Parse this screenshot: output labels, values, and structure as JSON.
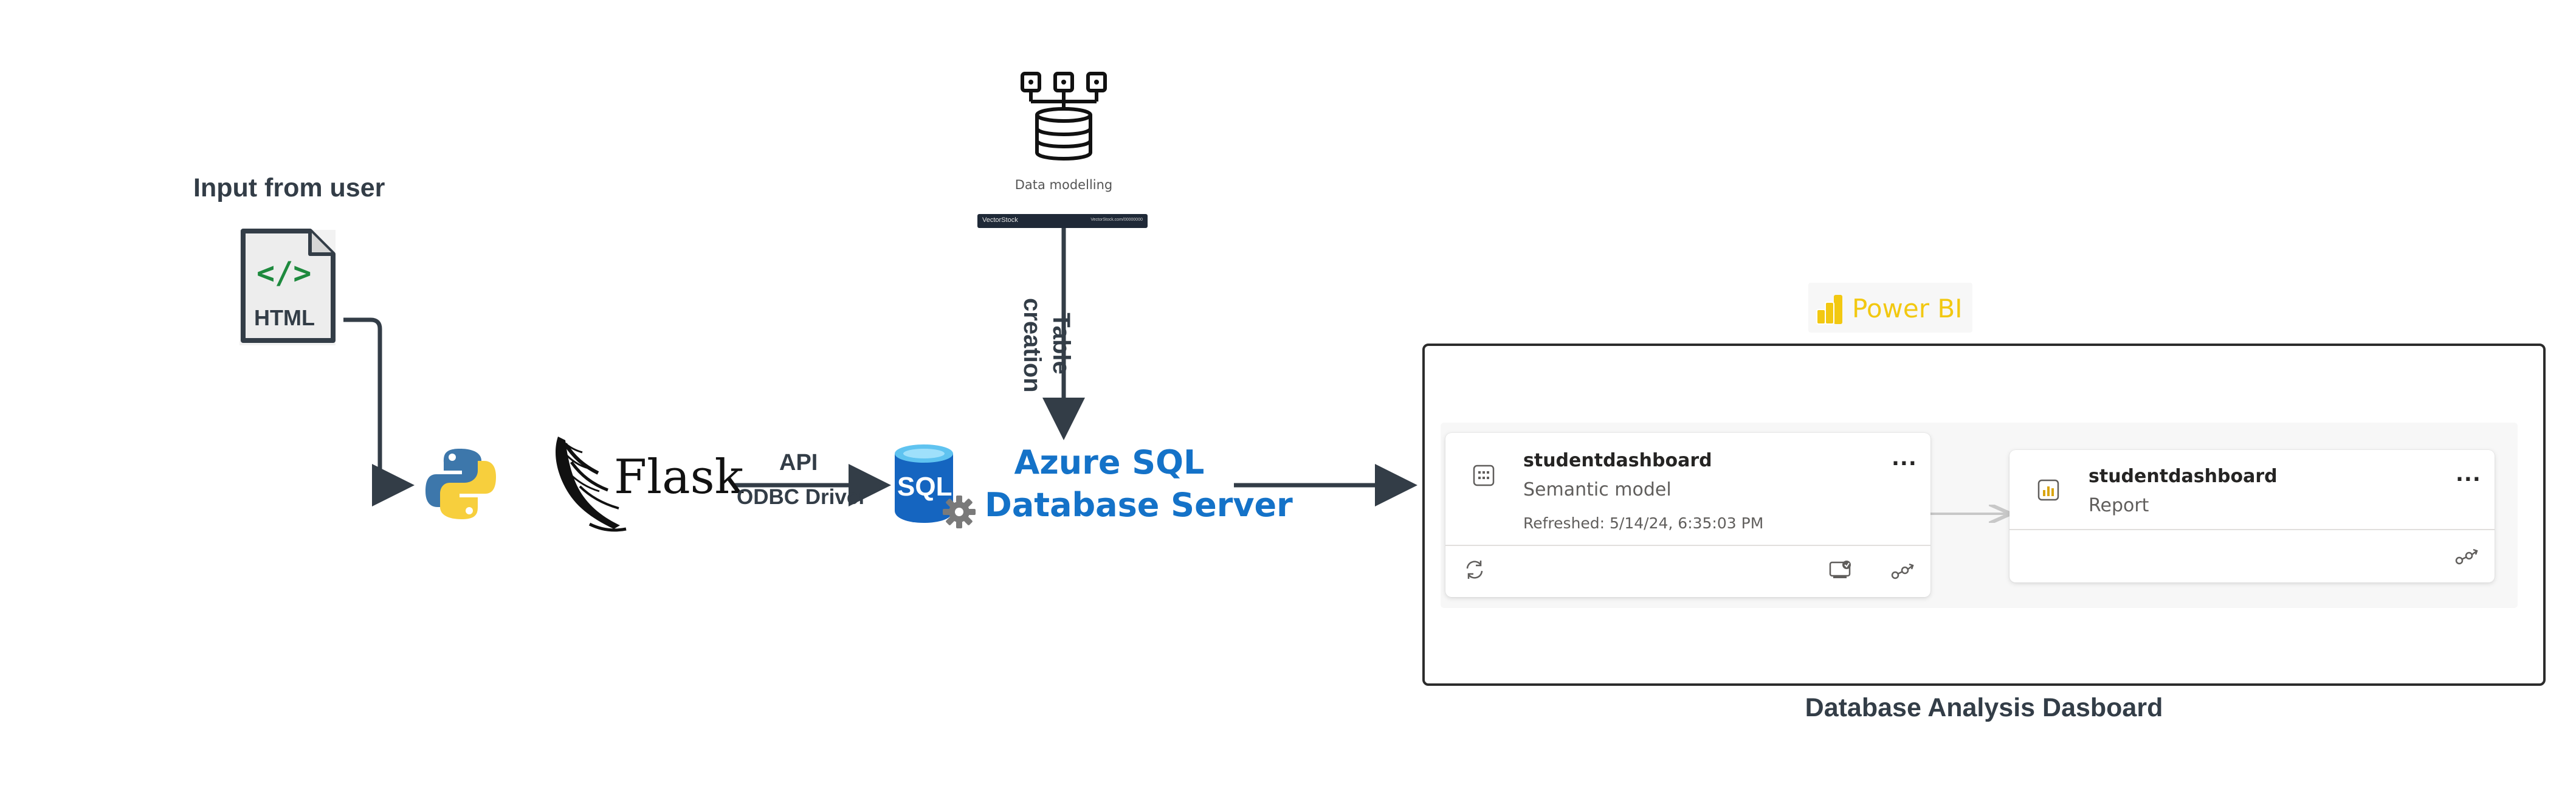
{
  "input": {
    "title": "Input from user",
    "file_label": "HTML",
    "code_glyph": "</>"
  },
  "flask": {
    "label": "Flask"
  },
  "api": {
    "line1": "API",
    "line2": "ODBC Driver"
  },
  "sql_icon": {
    "label": "SQL"
  },
  "azure": {
    "line1": "Azure SQL",
    "line2": "Database Server"
  },
  "data_modelling": {
    "label": "Data modelling",
    "bar_left": "VectorStock",
    "bar_right": "VectorStock.com/00000000"
  },
  "table_creation": {
    "line1": "Table",
    "line2": "creation"
  },
  "powerbi": {
    "brand": "Power BI",
    "caption": "Database Analysis Dasboard",
    "semantic_card": {
      "title": "studentdashboard",
      "subtitle": "Semantic model",
      "refreshed": "Refreshed: 5/14/24, 6:35:03 PM",
      "menu": "..."
    },
    "report_card": {
      "title": "studentdashboard",
      "subtitle": "Report",
      "menu": "..."
    }
  },
  "colors": {
    "arrow": "#333d47",
    "azure_blue": "#1472c8",
    "powerbi_yellow": "#f2c811",
    "html_green": "#1e8a3e",
    "sql_blue": "#1565c0"
  },
  "icons": [
    "html-file-icon",
    "python-icon",
    "flask-icon",
    "sql-database-icon",
    "gear-icon",
    "server-network-icon",
    "powerbi-logo-icon",
    "semantic-model-icon",
    "report-icon",
    "refresh-icon",
    "lineage-icon"
  ]
}
